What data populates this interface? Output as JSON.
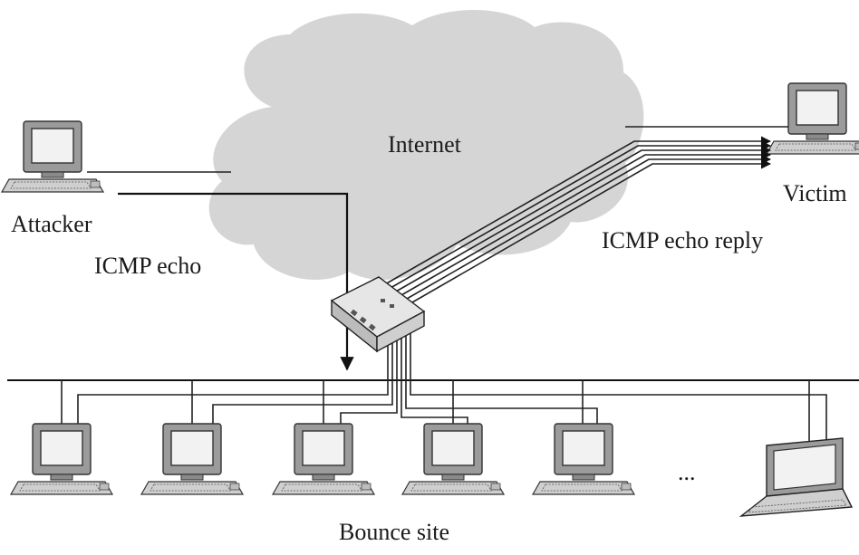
{
  "labels": {
    "internet": "Internet",
    "attacker": "Attacker",
    "icmp_echo": "ICMP echo",
    "icmp_echo_reply": "ICMP echo reply",
    "victim": "Victim",
    "bounce_site": "Bounce site",
    "ellipsis": "..."
  },
  "colors": {
    "cloud": "#d4d4d4",
    "ink": "#1a1a1a",
    "monitor": "#9a9a9a",
    "screen": "#f2f2f2",
    "base": "#c8c8c8"
  },
  "icons": [
    "computer-icon",
    "laptop-icon",
    "router-icon",
    "cloud-icon"
  ]
}
